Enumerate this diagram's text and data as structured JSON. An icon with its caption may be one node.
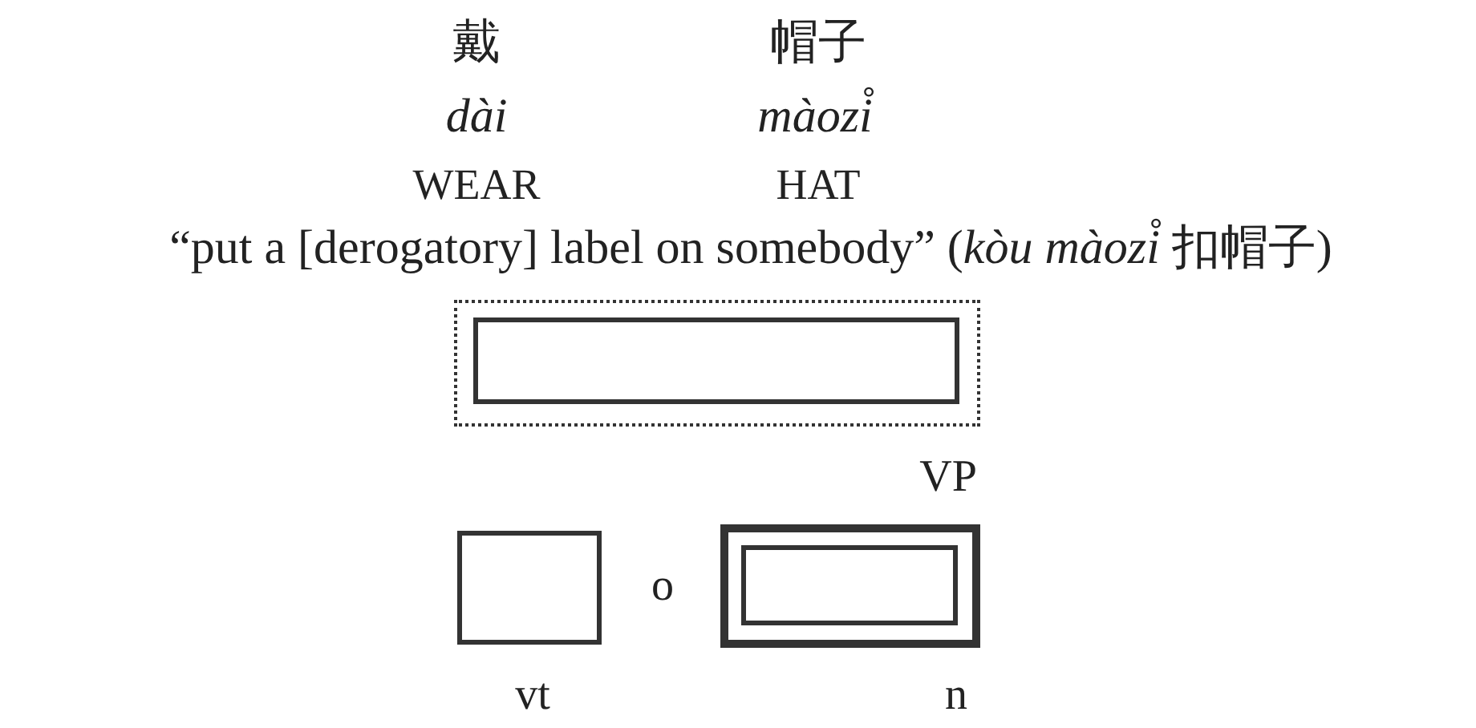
{
  "diagram": {
    "nodes": [
      {
        "text": [],
        "shape": "box"
      },
      {
        "text": [],
        "shape": "box",
        "in": 0
      },
      {
        "text": [],
        "shape": "box",
        "beside": [
          "vt"
        ]
      },
      {
        "text": [],
        "shape": "box",
        "beside": [
          "n"
        ]
      },
      {
        "text": [],
        "shape": "box",
        "in": 3
      }
    ],
    "labels": [
      "戴",
      "帽子",
      "dài",
      "màozi̊",
      "WEAR",
      "HAT",
      "“put a [derogatory] label on somebody” (*kòu màozi̊* 扣帽子)",
      "VP",
      "o"
    ]
  }
}
